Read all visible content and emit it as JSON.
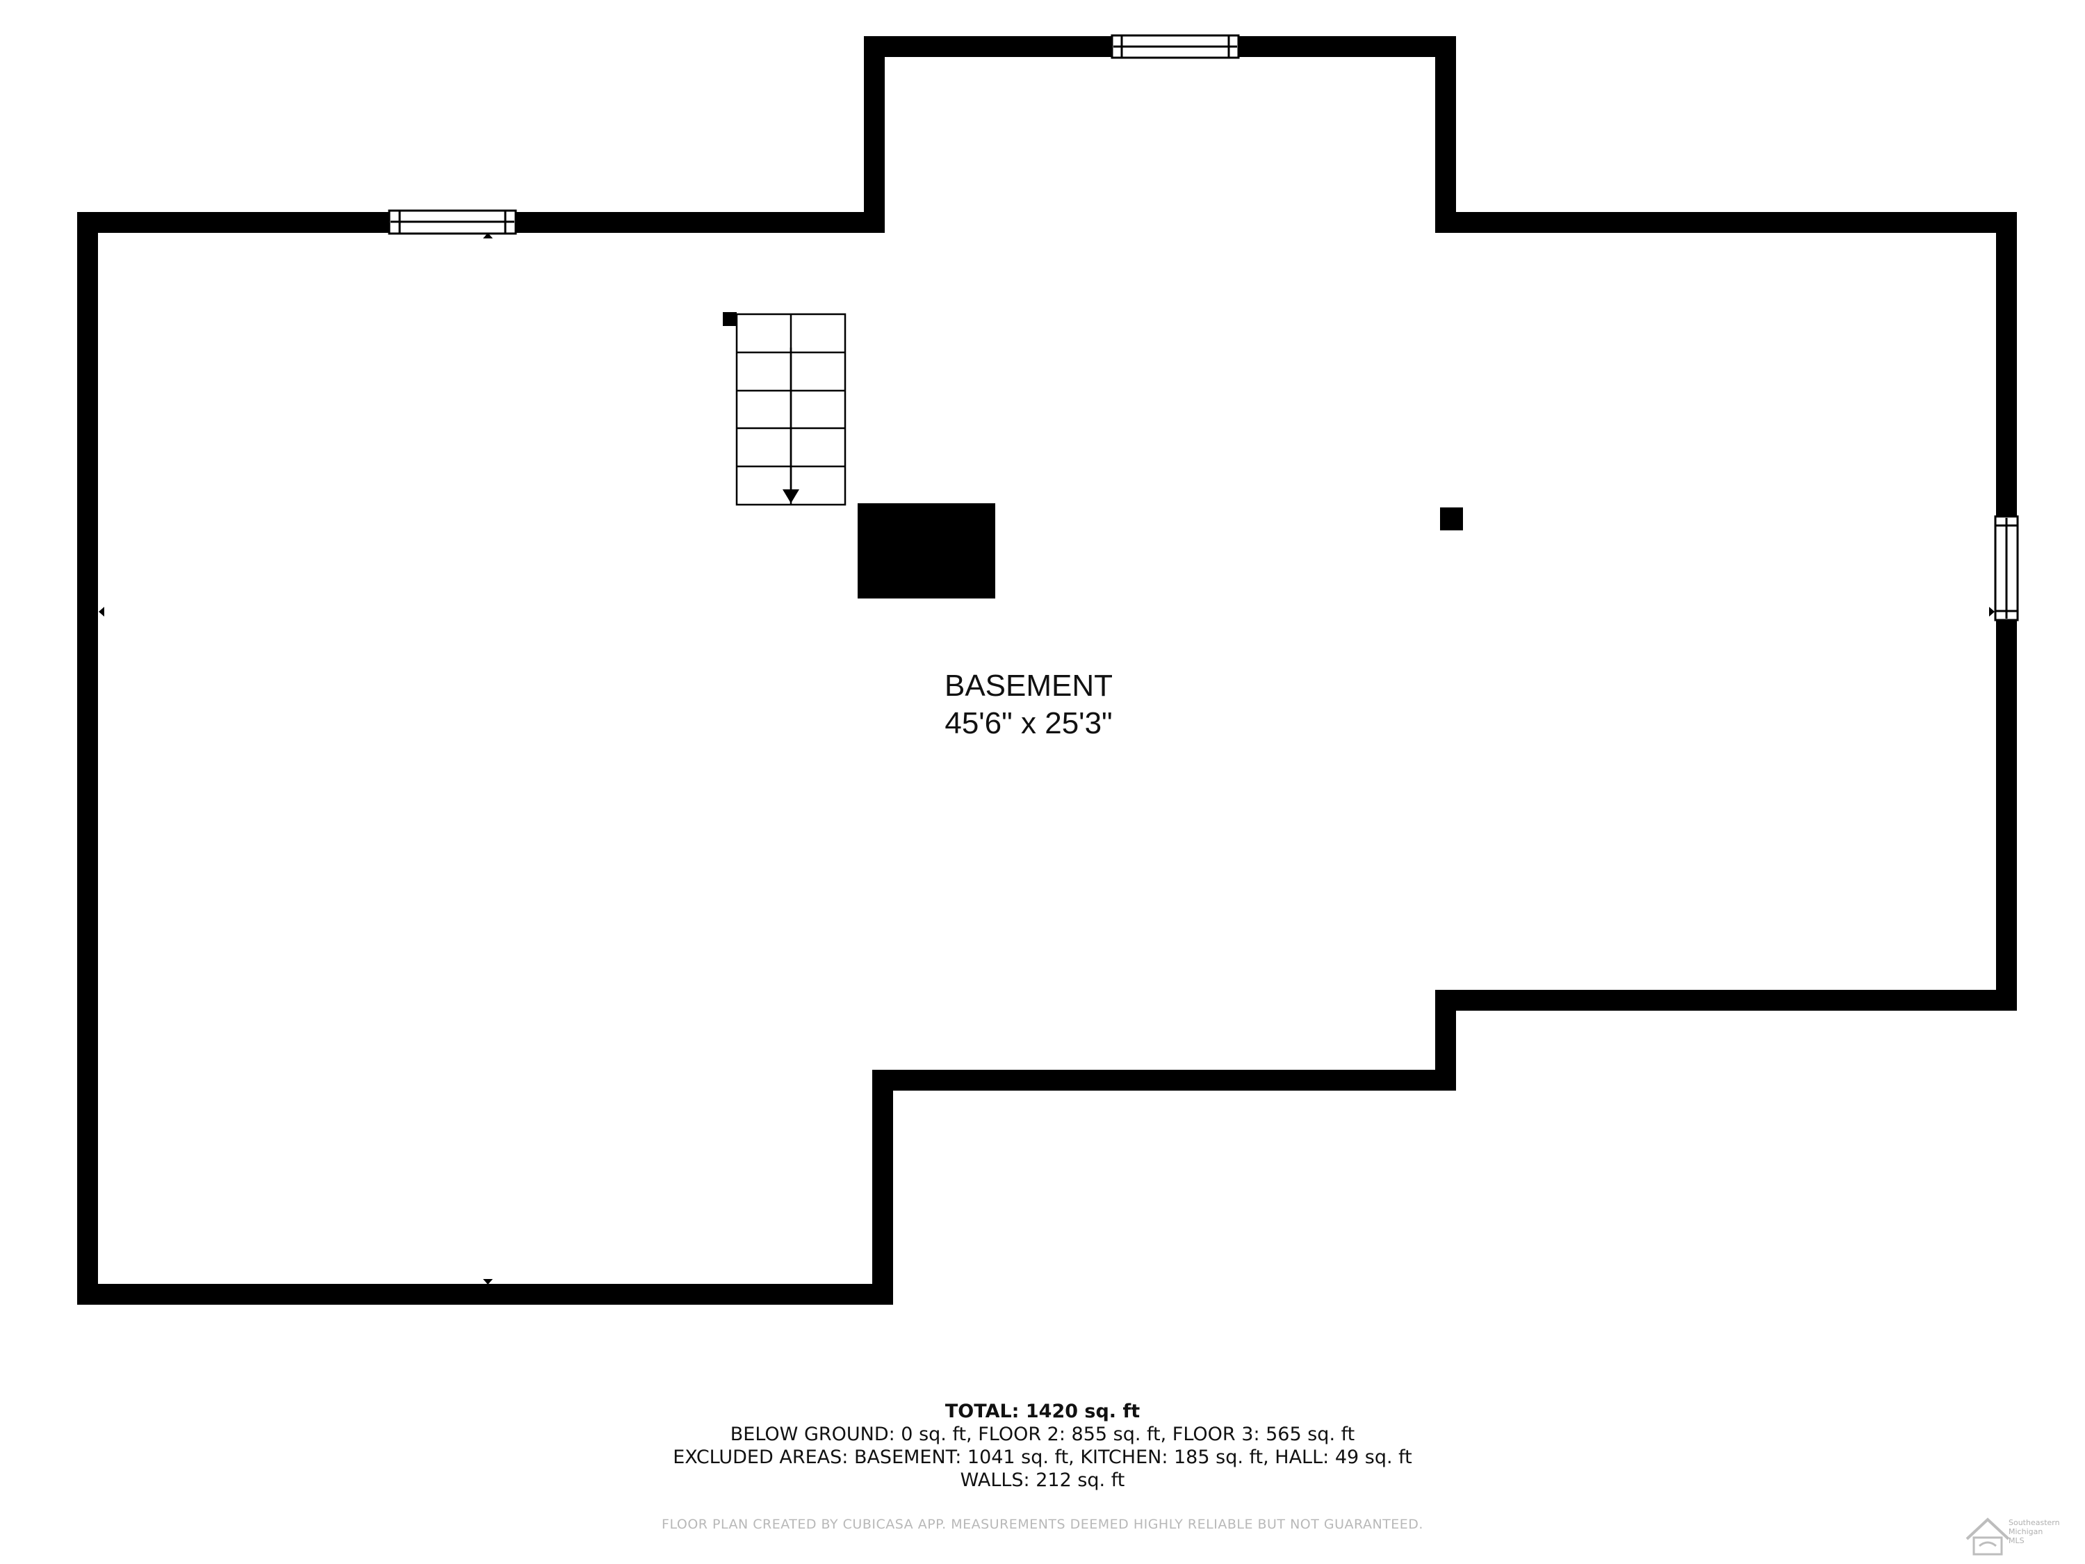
{
  "plan": {
    "room": {
      "name": "BASEMENT",
      "dimensions": "45'6\" x 25'3\""
    }
  },
  "summary": {
    "total": "TOTAL: 1420 sq. ft",
    "below_ground": "BELOW GROUND: 0 sq. ft, FLOOR 2: 855 sq. ft, FLOOR 3: 565 sq. ft",
    "excluded": "EXCLUDED AREAS: BASEMENT: 1041 sq. ft, KITCHEN: 185 sq. ft, HALL: 49 sq. ft",
    "walls": "WALLS: 212 sq. ft"
  },
  "disclaimer": "FLOOR PLAN CREATED BY CUBICASA APP. MEASUREMENTS DEEMED HIGHLY RELIABLE BUT NOT GUARANTEED.",
  "logo": {
    "line1": "Southeastern",
    "line2": "Michigan",
    "line3": "MLS"
  },
  "colors": {
    "wall": "#000000",
    "background": "#ffffff",
    "text": "#111111",
    "disclaimer": "#b8b8b8"
  }
}
